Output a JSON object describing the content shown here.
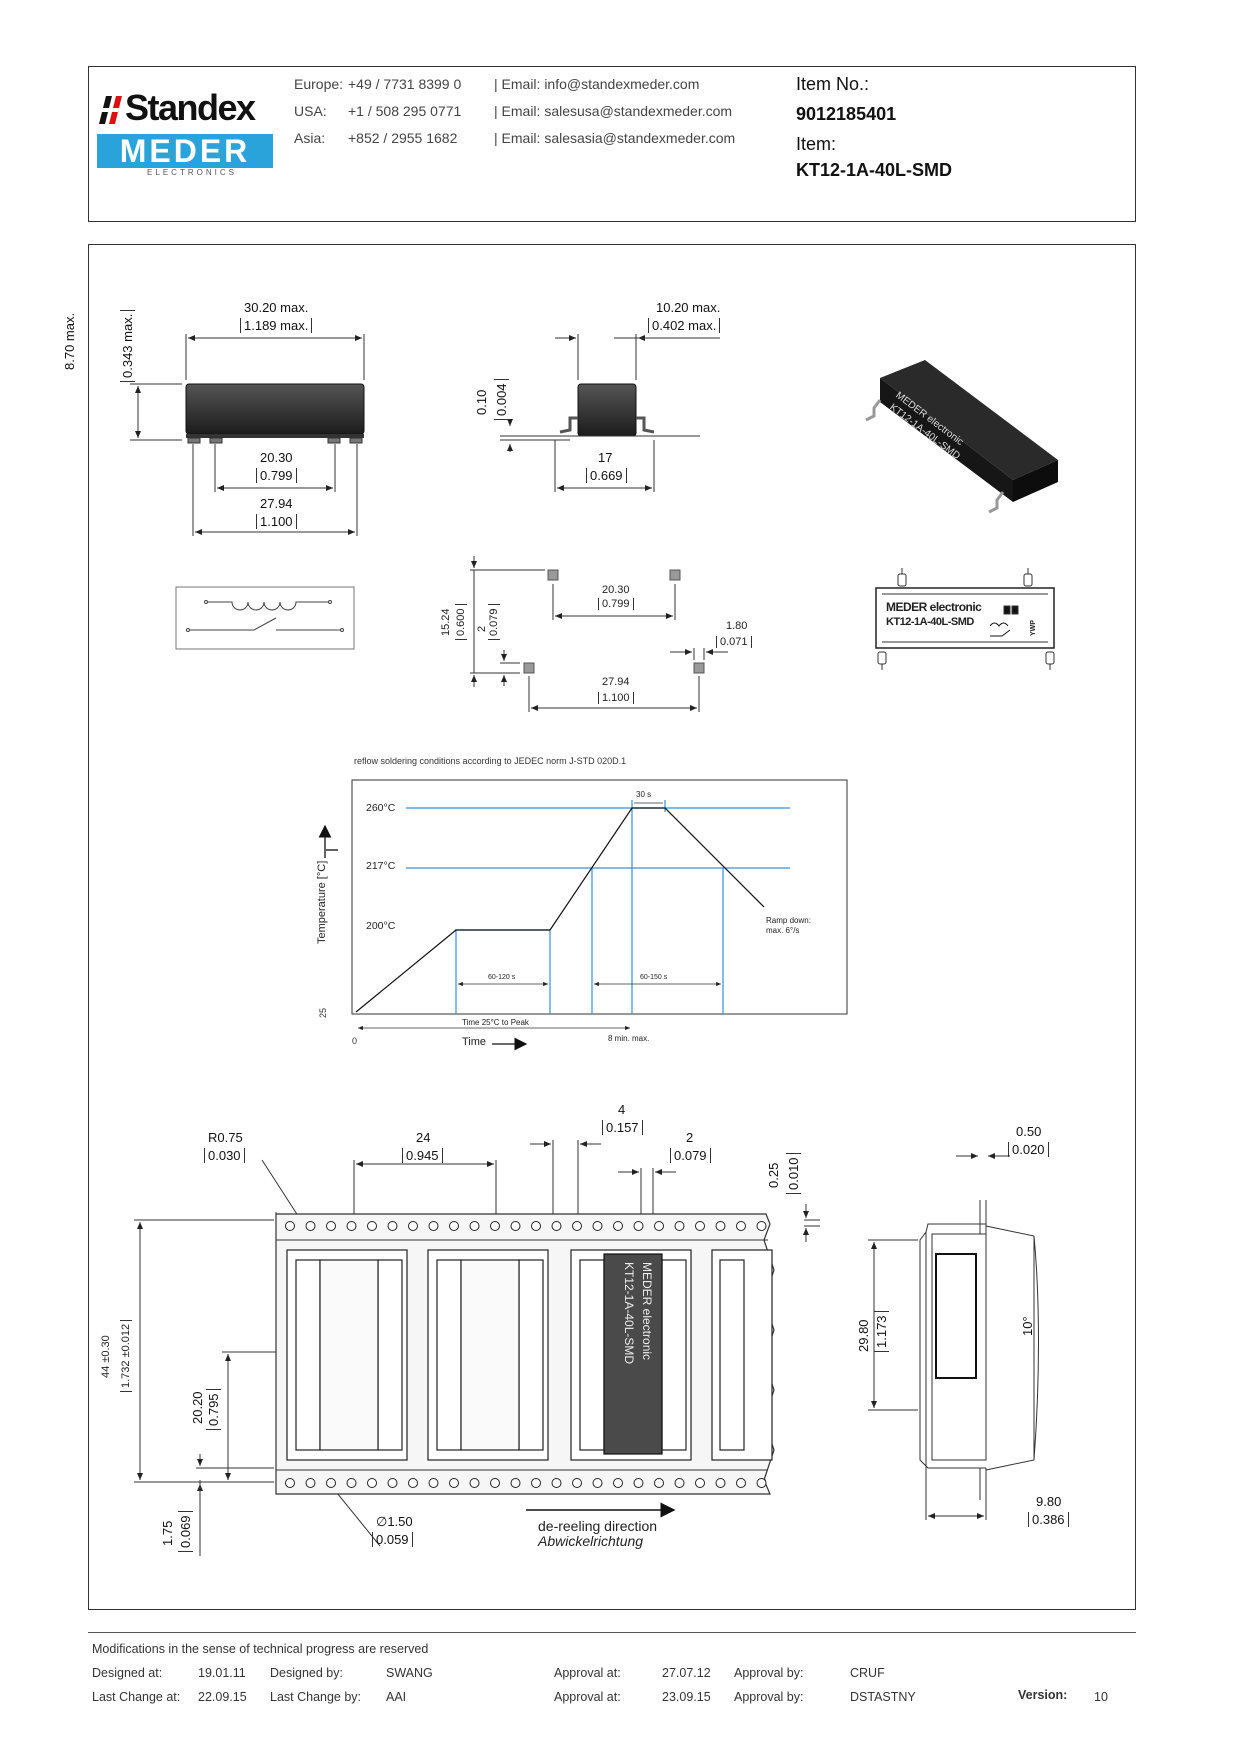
{
  "header": {
    "logo_top": "Standex",
    "logo_main": "MEDER",
    "logo_sub": "ELECTRONICS",
    "contacts": [
      {
        "region": "Europe:",
        "phone": "+49 / 7731 8399 0",
        "email": "| Email: info@standexmeder.com"
      },
      {
        "region": "USA:",
        "phone": "+1 / 508 295 0771",
        "email": "| Email: salesusa@standexmeder.com"
      },
      {
        "region": "Asia:",
        "phone": "+852 / 2955 1682",
        "email": "| Email: salesasia@standexmeder.com"
      }
    ],
    "item_no_label": "Item No.:",
    "item_no": "9012185401",
    "item_label": "Item:",
    "item": "KT12-1A-40L-SMD"
  },
  "drawing": {
    "side_view": {
      "length": "30.20 max.",
      "length_in": "1.189 max.",
      "height": "8.70 max.",
      "height_in": "0.343 max.",
      "pin_inner": "20.30",
      "pin_inner_in": "0.799",
      "pin_outer": "27.94",
      "pin_outer_in": "1.100"
    },
    "end_view": {
      "width": "10.20 max.",
      "width_in": "0.402 max.",
      "standoff": "0.10",
      "standoff_in": "0.004",
      "foot": "17",
      "foot_in": "0.669"
    },
    "iso_label_1": "MEDER electronic",
    "iso_label_2": "KT12-1A-40L-SMD",
    "footprint": {
      "inner": "20.30",
      "inner_in": "0.799",
      "outer": "27.94",
      "outer_in": "1.100",
      "height": "15.24",
      "height_in": "0.600",
      "pad": "2",
      "pad_in": "0.079",
      "pad_w": "1.80",
      "pad_w_in": "0.071"
    },
    "top_label_1": "MEDER electronic",
    "top_label_2": "KT12-1A-40L-SMD",
    "top_label_3": "YWP"
  },
  "reflow": {
    "caption": "reflow soldering conditions according to JEDEC norm J-STD 020D.1",
    "ylabel": "Temperature [°C]",
    "xlabel": "Time",
    "t260": "260°C",
    "t217": "217°C",
    "t200": "200°C",
    "t25": "25",
    "zero": "0",
    "hold30": "30 s",
    "soak": "60-120 s",
    "above": "60-150 s",
    "ramp1": "Ramp down:",
    "ramp2": "max. 6°/s",
    "time_to_peak": "Time 25°C to Peak",
    "eight_min": "8 min. max."
  },
  "tape": {
    "r": "R0.75",
    "r_in": "0.030",
    "pitch": "24",
    "pitch_in": "0.945",
    "hole_pitch": "4",
    "hole_pitch_in": "0.157",
    "hole2": "2",
    "hole2_in": "0.079",
    "t025": "0.25",
    "t025_in": "0.010",
    "t050": "0.50",
    "t050_in": "0.020",
    "width": "44 ±0.30",
    "width_in": "1.732 ±0.012",
    "center": "20.20",
    "center_in": "0.795",
    "edge": "1.75",
    "edge_in": "0.069",
    "hole_d": "∅1.50",
    "hole_d_in": "0.059",
    "depth": "29.80",
    "depth_in": "1.173",
    "angle": "10°",
    "pocket": "9.80",
    "pocket_in": "0.386",
    "dir_en": "de-reeling direction",
    "dir_de": "Abwickelrichtung",
    "part_1": "MEDER electronic",
    "part_2": "KT12-1A-40L-SMD"
  },
  "footer": {
    "note": "Modifications in the sense of technical progress are reserved",
    "row1": {
      "designed_at_l": "Designed at:",
      "designed_at": "19.01.11",
      "designed_by_l": "Designed by:",
      "designed_by": "SWANG",
      "approval_at_l": "Approval at:",
      "approval_at": "27.07.12",
      "approval_by_l": "Approval by:",
      "approval_by": "CRUF"
    },
    "row2": {
      "last_change_l": "Last Change at:",
      "last_change": "22.09.15",
      "last_by_l": "Last Change by:",
      "last_by": "AAI",
      "approval_at_l": "Approval at:",
      "approval_at": "23.09.15",
      "approval_by_l": "Approval by:",
      "approval_by": "DSTASTNY"
    },
    "version_l": "Version:",
    "version": "10"
  }
}
